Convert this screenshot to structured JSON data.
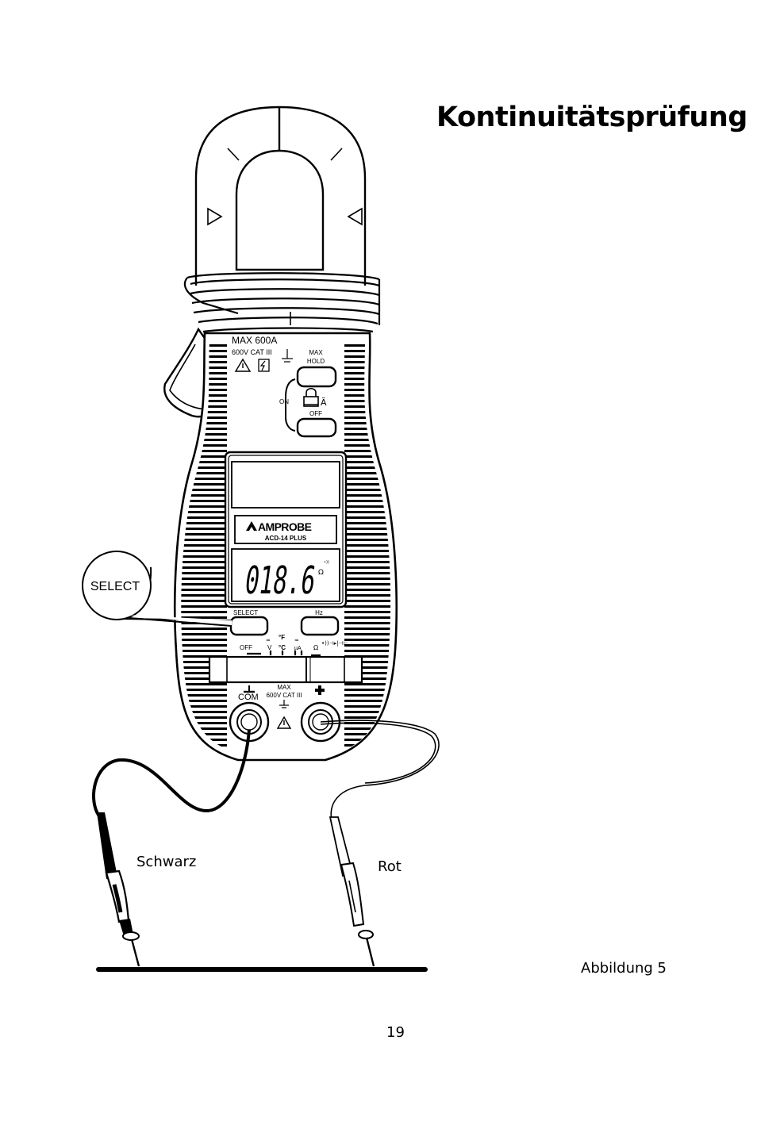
{
  "page": {
    "title": "Kontinuitätsprüfung",
    "figure_caption": "Abbildung 5",
    "page_number": "19",
    "lead_labels": {
      "black": "Schwarz",
      "red": "Rot"
    }
  },
  "meter": {
    "brand": "AMPROBE",
    "model": "ACD-14 PLUS",
    "max_current": "MAX 600A",
    "rating": "600V CAT III",
    "display_reading": "018.6",
    "display_unit": "Ω",
    "buttons": {
      "max_hold_line1": "MAX",
      "max_hold_line2": "HOLD",
      "on": "ON",
      "off": "OFF",
      "select": "SELECT",
      "hz": "Hz"
    },
    "dial": {
      "off": "OFF",
      "v": "V",
      "temp_f": "°F",
      "temp_c": "°C",
      "ua": "µA",
      "ohm": "Ω"
    },
    "jacks": {
      "com": "COM",
      "max": "MAX",
      "rating": "600V CAT III"
    },
    "callout": "SELECT"
  },
  "icons": [
    "warning-icon",
    "lightning-icon",
    "ground-icon",
    "lock-icon",
    "plus-icon",
    "diode-icon",
    "continuity-icon"
  ]
}
